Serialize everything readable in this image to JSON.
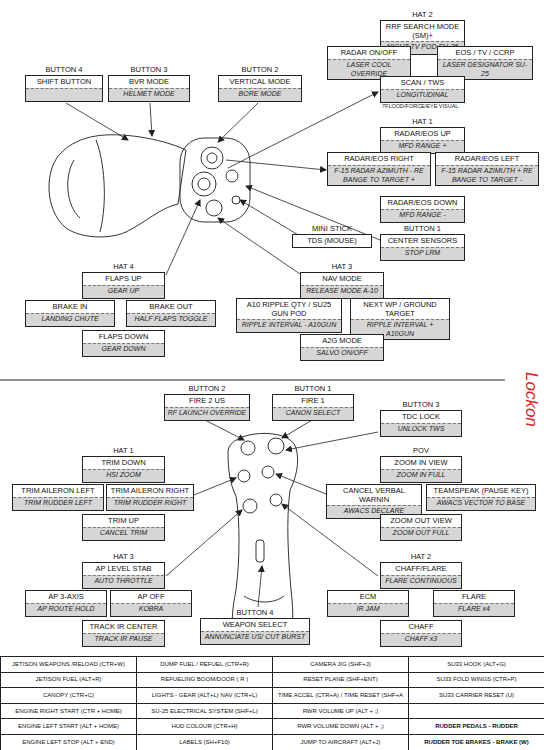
{
  "diagram": {
    "nodes": [
      {
        "text": [
          "BUTTON 4",
          "SHIFT BUTTON"
        ]
      },
      {
        "text": [
          "BUTTON 3",
          "BVR MODE",
          "HELMET MODE"
        ]
      },
      {
        "text": [
          "BUTTON 2",
          "VERTICAL MODE",
          "BORE MODE"
        ]
      },
      {
        "text": [
          "HAT 2",
          "RRF SEARCH MODE (SM)+",
          "NIGHT TV POD SU-25"
        ]
      },
      {
        "text": [
          "RADAR ON/OFF",
          "LASER COOL OVERRIDE"
        ]
      },
      {
        "text": [
          "EOS / TV / CCRP",
          "LASER DESIGNATOR SU-25"
        ]
      },
      {
        "text": [
          "SCAN / TWS",
          "LONGITUDINAL"
        ]
      },
      {
        "text": [
          "HAT 1",
          "RADAR/EOS UP",
          "MFD RANGE +"
        ]
      },
      {
        "text": [
          "RADAR/EOS RIGHT",
          "F-15 RADAR AZIMUTH - RE BANGE TO TARGET +"
        ]
      },
      {
        "text": [
          "RADAR/EOS LEFT",
          "F-15 RADAR AZIMUTH + RE BANGE TO TARGET -"
        ]
      },
      {
        "text": [
          "RADAR/EOS DOWN",
          "MFD RANGE -"
        ]
      },
      {
        "text": [
          "MINI STICK",
          "TDS (MOUSE)"
        ]
      },
      {
        "text": [
          "BUTTON 1",
          "CENTER SENSORS",
          "STOP LRM"
        ]
      },
      {
        "text": [
          "HAT 4",
          "FLAPS UP",
          "GEAR UP"
        ]
      },
      {
        "text": [
          "BRAKE IN",
          "LANDING CHUTE"
        ]
      },
      {
        "text": [
          "BRAKE OUT",
          "HALF FLAPS TOGGLE"
        ]
      },
      {
        "text": [
          "FLAPS DOWN",
          "GEAR DOWN"
        ]
      },
      {
        "text": [
          "HAT 3",
          "NAV MODE",
          "RELEASE MODE A-10"
        ]
      },
      {
        "text": [
          "A10 RIPPLE QTY / SU25 GUN POD",
          "RIPPLE INTERVAL - A10GUN"
        ]
      },
      {
        "text": [
          "NEXT WP / GROUND TARGET",
          "RIPPLE INTERVAL + A10GUN"
        ]
      },
      {
        "text": [
          "A2G MODE",
          "SALVO ON/OFF"
        ]
      },
      {
        "text": [
          "BUTTON 2",
          "FIRE 2 US",
          "RF LAUNCH OVERRIDE"
        ]
      },
      {
        "text": [
          "BUTTON 1",
          "FIRE 1",
          "CANON SELECT"
        ]
      },
      {
        "text": [
          "BUTTON 3",
          "TDC LOCK",
          "UNLOCK TWS"
        ]
      },
      {
        "text": [
          "HAT 1",
          "TRIM DOWN",
          "HSI ZOOM"
        ]
      },
      {
        "text": [
          "TRIM AILERON LEFT",
          "TRIM RUDDER LEFT"
        ]
      },
      {
        "text": [
          "TRIM AILERON RIGHT",
          "TRIM RUDDER RIGHT"
        ]
      },
      {
        "text": [
          "TRIM UP",
          "CANCEL TRIM"
        ]
      },
      {
        "text": [
          "POV",
          "ZOOM IN VIEW",
          "ZOOM IN FULL"
        ]
      },
      {
        "text": [
          "CANCEL VERBAL WARNIN",
          "AWACS DECLARE"
        ]
      },
      {
        "text": [
          "TEAMSPEAK (PAUSE KEY)",
          "AWACS VECTOR TO BASE"
        ]
      },
      {
        "text": [
          "ZOOM OUT VIEW",
          "ZOOM OUT FULL"
        ]
      },
      {
        "text": [
          "HAT 3",
          "AP LEVEL STAB",
          "AUTO THROTTLE"
        ]
      },
      {
        "text": [
          "AP 3-AXIS",
          "AP ROUTE HOLD"
        ]
      },
      {
        "text": [
          "AP OFF",
          "KOBRA"
        ]
      },
      {
        "text": [
          "TRACK IR CENTER",
          "TRACK IR PAUSE"
        ]
      },
      {
        "text": [
          "HAT 2",
          "CHAFF/FLARE",
          "FLARE CONTINUOUS"
        ]
      },
      {
        "text": [
          "ECM",
          "IR JAM"
        ]
      },
      {
        "text": [
          "FLARE",
          "FLARE x4"
        ]
      },
      {
        "text": [
          "CHAFF",
          "CHAFF x3"
        ]
      },
      {
        "text": [
          "BUTTON 4",
          "WEAPON SELECT",
          "ANNUNCIATE US/ CUT BURST"
        ]
      }
    ],
    "labels": [
      "7FLOOD/FORCE/EYE VISUAL",
      "Lockon",
      "JETISON WEAPONS /RELOAD (CTR+W)",
      "DUMP FUEL / REFUEL (CTR+R)",
      "CAMERA JIG (SHF+J)",
      "SU33 HOOK (ALT+G)",
      "JETISON FUEL (ALT+R)",
      "REFUELING BOOM/DOOR ( R )",
      "RESET PLANE (SHF+ENT)",
      "SU33 FOLD WINGS (CTR+P)",
      "CANOPY (CTR+C)",
      "LIGHTS - GEAR (ALT+L) NAV (CTR+L)",
      "TIME ACCEL (CTR+A) / TIME RESET (SHF+A",
      "SU33 CARRIER RESET (U)",
      "ENGINE RIGHT START (CTR + HOME)",
      "SU-25 ELECTRICAL SYSTEM (SHF+L)",
      "RWR VOLUME UP (ALT + ;)",
      "ENGINE LEFT START (ALT + HOME)",
      "HUD COLOUR (CTR+H)",
      "RWR VOLUME DOWN (ALT + ,)",
      "RUDDER PEDALS - RUDDER",
      "ENGINE LEFT STOP (ALT + END)",
      "LABELS (SH+F10)",
      "JUMP TO AIRCRAFT (ALT+J)",
      "RUDDER TOE BRAKES - BRAKE (W)"
    ]
  }
}
